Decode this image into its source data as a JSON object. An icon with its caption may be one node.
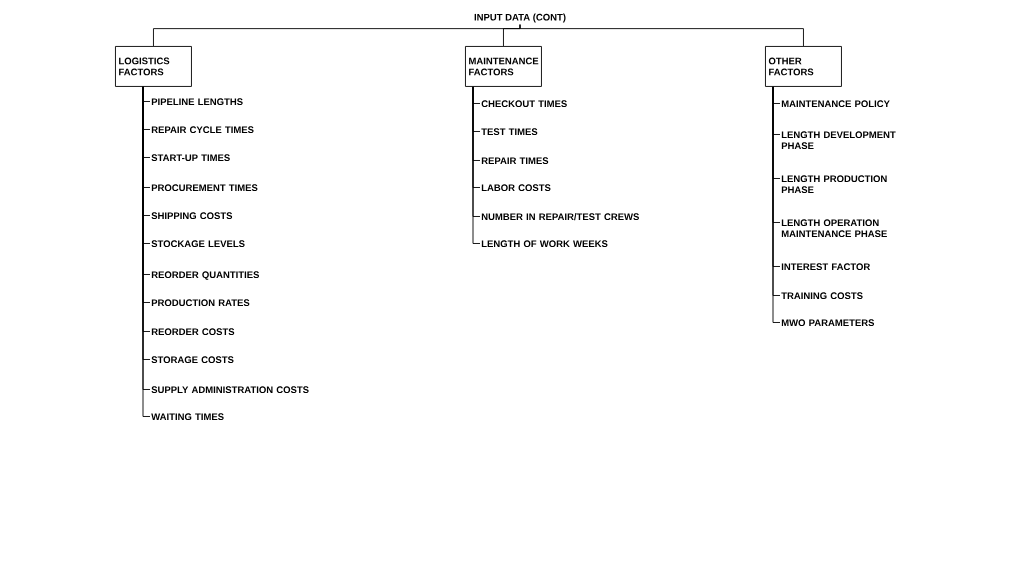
{
  "diagram": {
    "nodes": [
      {
        "text": [
          "INPUT DATA (CONT)"
        ]
      },
      {
        "text": [
          "LOGISTICS FACTORS"
        ]
      },
      {
        "text": [
          "MAINTENANCE FACTORS"
        ]
      },
      {
        "text": [
          "OTHER FACTORS"
        ]
      },
      {
        "text": [
          "PIPELINE LENGTHS"
        ]
      },
      {
        "text": [
          "REPAIR CYCLE TIMES"
        ]
      },
      {
        "text": [
          "START-UP TIMES"
        ]
      },
      {
        "text": [
          "PROCUREMENT TIMES"
        ]
      },
      {
        "text": [
          "SHIPPING COSTS"
        ]
      },
      {
        "text": [
          "STOCKAGE LEVELS"
        ]
      },
      {
        "text": [
          "REORDER QUANTITIES"
        ]
      },
      {
        "text": [
          "PRODUCTION RATES"
        ]
      },
      {
        "text": [
          "REORDER COSTS"
        ]
      },
      {
        "text": [
          "STORAGE COSTS"
        ]
      },
      {
        "text": [
          "SUPPLY ADMINISTRATION COSTS"
        ]
      },
      {
        "text": [
          "WAITING TIMES"
        ]
      },
      {
        "text": [
          "CHECKOUT TIMES"
        ]
      },
      {
        "text": [
          "TEST TIMES"
        ]
      },
      {
        "text": [
          "REPAIR TIMES"
        ]
      },
      {
        "text": [
          "LABOR COSTS"
        ]
      },
      {
        "text": [
          "NUMBER IN REPAIR/TEST CREWS"
        ]
      },
      {
        "text": [
          "LENGTH OF WORK WEEKS"
        ]
      },
      {
        "text": [
          "MAINTENANCE POLICY"
        ]
      },
      {
        "text": [
          "LENGTH DEVELOPMENT PHASE"
        ]
      },
      {
        "text": [
          "LENGTH PRODUCTION PHASE"
        ]
      },
      {
        "text": [
          "LENGTH OPERATION MAINTENANCE PHASE"
        ]
      },
      {
        "text": [
          "INTEREST FACTOR"
        ]
      },
      {
        "text": [
          "TRAINING COSTS"
        ]
      },
      {
        "text": [
          "MWO PARAMETERS"
        ]
      }
    ],
    "edges": [
      {
        "from": 0,
        "to": 1,
        "arrow": "none"
      },
      {
        "from": 0,
        "to": 2,
        "arrow": "none"
      },
      {
        "from": 0,
        "to": 3,
        "arrow": "none"
      },
      {
        "from": 1,
        "to": 4,
        "arrow": "none"
      },
      {
        "from": 1,
        "to": 5,
        "arrow": "none"
      },
      {
        "from": 1,
        "to": 6,
        "arrow": "none"
      },
      {
        "from": 1,
        "to": 7,
        "arrow": "none"
      },
      {
        "from": 1,
        "to": 8,
        "arrow": "none"
      },
      {
        "from": 1,
        "to": 9,
        "arrow": "none"
      },
      {
        "from": 1,
        "to": 10,
        "arrow": "none"
      },
      {
        "from": 1,
        "to": 11,
        "arrow": "none"
      },
      {
        "from": 1,
        "to": 12,
        "arrow": "none"
      },
      {
        "from": 1,
        "to": 13,
        "arrow": "none"
      },
      {
        "from": 1,
        "to": 14,
        "arrow": "none"
      },
      {
        "from": 1,
        "to": 15,
        "arrow": "none"
      },
      {
        "from": 2,
        "to": 16,
        "arrow": "none"
      },
      {
        "from": 2,
        "to": 17,
        "arrow": "none"
      },
      {
        "from": 2,
        "to": 18,
        "arrow": "none"
      },
      {
        "from": 2,
        "to": 19,
        "arrow": "none"
      },
      {
        "from": 2,
        "to": 20,
        "arrow": "none"
      },
      {
        "from": 2,
        "to": 21,
        "arrow": "none"
      },
      {
        "from": 3,
        "to": 22,
        "arrow": "none"
      },
      {
        "from": 3,
        "to": 23,
        "arrow": "none"
      },
      {
        "from": 3,
        "to": 24,
        "arrow": "none"
      },
      {
        "from": 3,
        "to": 25,
        "arrow": "none"
      },
      {
        "from": 3,
        "to": 26,
        "arrow": "none"
      },
      {
        "from": 3,
        "to": 27,
        "arrow": "none"
      },
      {
        "from": 3,
        "to": 28,
        "arrow": "none"
      }
    ]
  }
}
